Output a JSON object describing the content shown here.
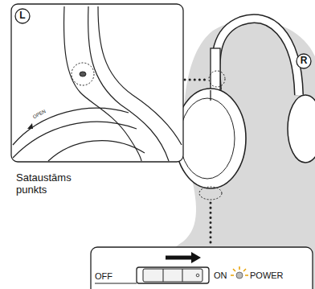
{
  "diagram": {
    "labels": [
      "L",
      "R",
      "OPEN",
      "Sataustāms punkts",
      "OFF",
      "ON",
      "POWER"
    ]
  }
}
